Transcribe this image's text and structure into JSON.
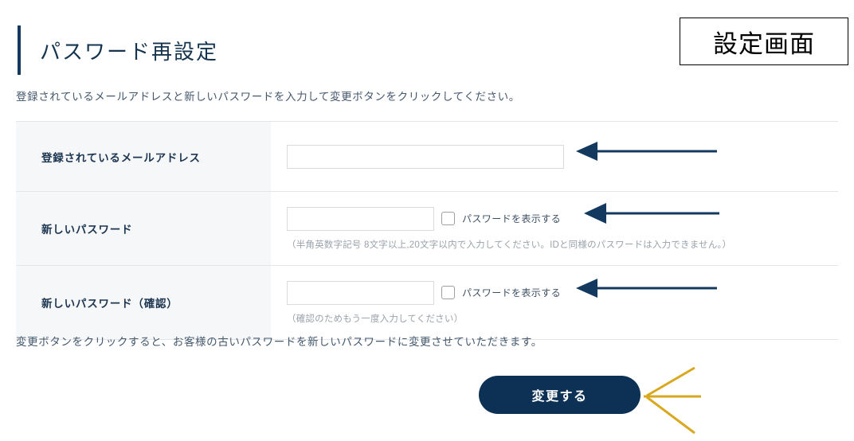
{
  "annotation": {
    "screen_tag": "設定画面",
    "arrow_navy_color": "#133a5e",
    "arrow_gold_color": "#d9a81e"
  },
  "header": {
    "title": "パスワード再設定",
    "accent_color": "#133a5e"
  },
  "lead_text": "登録されているメールアドレスと新しいパスワードを入力して変更ボタンをクリックしてください。",
  "form": {
    "rows": [
      {
        "label": "登録されているメールアドレス",
        "input_value": "",
        "input_placeholder": "",
        "has_checkbox": false,
        "checkbox_label": "",
        "checkbox_checked": false,
        "hint": ""
      },
      {
        "label": "新しいパスワード",
        "input_value": "",
        "input_placeholder": "",
        "has_checkbox": true,
        "checkbox_label": "パスワードを表示する",
        "checkbox_checked": false,
        "hint": "（半角英数字記号 8文字以上,20文字以内で入力してください。IDと同様のパスワードは入力できません。）"
      },
      {
        "label": "新しいパスワード（確認）",
        "input_value": "",
        "input_placeholder": "",
        "has_checkbox": true,
        "checkbox_label": "パスワードを表示する",
        "checkbox_checked": false,
        "hint": "（確認のためもう一度入力してください）"
      }
    ]
  },
  "note_text": "変更ボタンをクリックすると、お客様の古いパスワードを新しいパスワードに変更させていただきます。",
  "submit": {
    "label": "変更する",
    "color": "#0d3154"
  }
}
